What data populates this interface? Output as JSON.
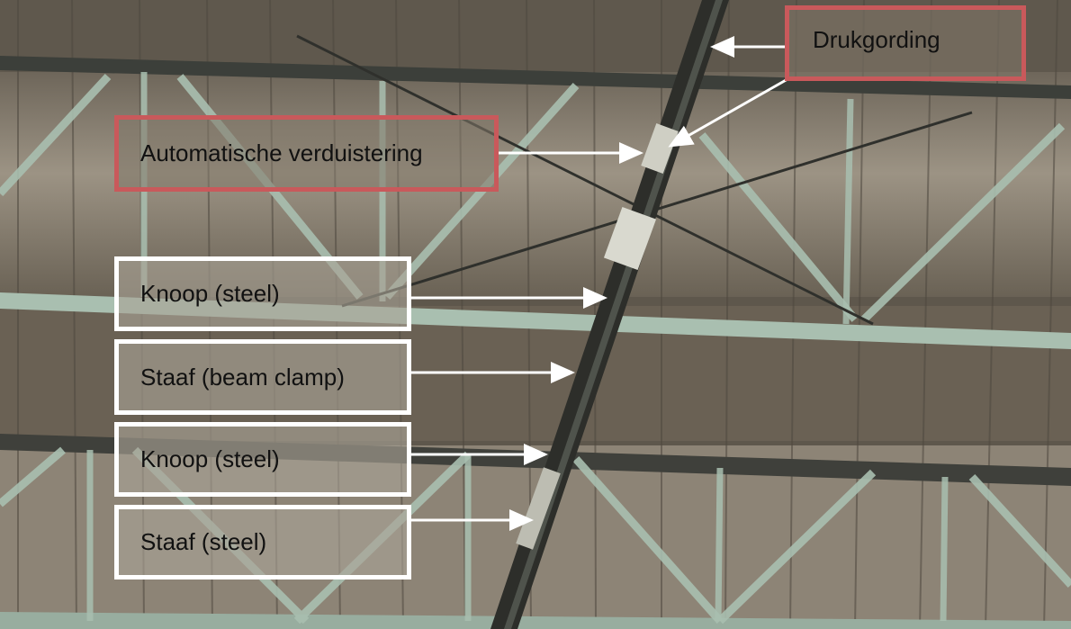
{
  "labels": {
    "drukgording": "Drukgording",
    "verduistering": "Automatische verduistering",
    "knoop1": "Knoop (steel)",
    "staaf_clamp": "Staaf (beam clamp)",
    "knoop2": "Knoop (steel)",
    "staaf_steel": "Staaf (steel)"
  },
  "colors": {
    "callout_red": "#c9595b",
    "callout_white": "#ffffff",
    "arrow": "#ffffff",
    "steel": "#a9bfb0",
    "roof_board": "#8f8577"
  }
}
